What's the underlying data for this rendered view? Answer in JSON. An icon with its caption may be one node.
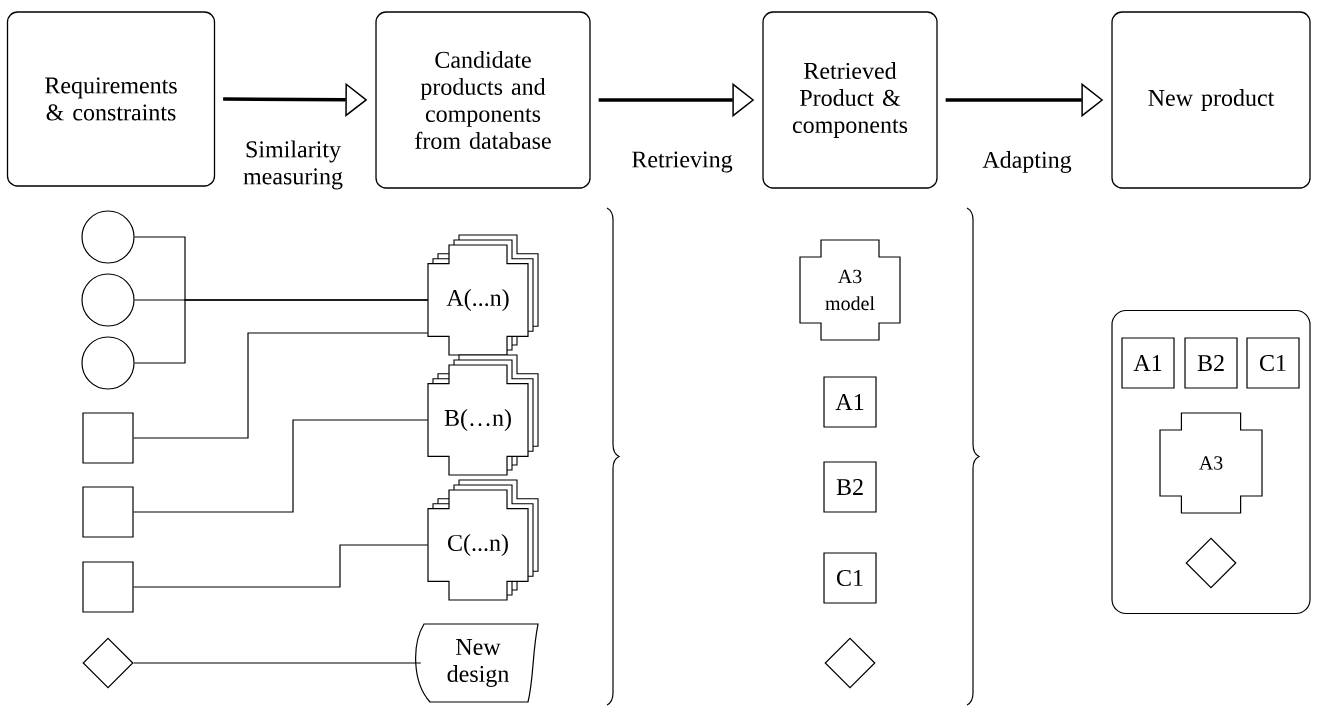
{
  "diagram": {
    "nodes": [
      {
        "text": [
          "Requirements & constraints"
        ]
      },
      {
        "text": [
          "Candidate products and components from database"
        ]
      },
      {
        "text": [
          "Retrieved Product & components"
        ]
      },
      {
        "text": [
          "New product"
        ]
      },
      {
        "text": [],
        "shape": "circle"
      },
      {
        "text": [],
        "shape": "circle"
      },
      {
        "text": [],
        "shape": "circle"
      },
      {
        "text": [],
        "shape": "box"
      },
      {
        "text": [],
        "shape": "box"
      },
      {
        "text": [],
        "shape": "box"
      },
      {
        "text": [],
        "shape": "diamond"
      },
      {
        "text": [
          "A(...n)"
        ]
      },
      {
        "text": [
          "B(…n)"
        ]
      },
      {
        "text": [
          "C(...n)"
        ]
      },
      {
        "text": [
          "New design"
        ]
      },
      {
        "text": [
          "A3 model"
        ]
      },
      {
        "text": [
          "A1"
        ]
      },
      {
        "text": [
          "B2"
        ]
      },
      {
        "text": [
          "C1"
        ]
      },
      {
        "text": [],
        "shape": "diamond"
      },
      {
        "text": [],
        "shape": "box"
      },
      {
        "text": [
          "A1"
        ],
        "in": 20
      },
      {
        "text": [
          "B2"
        ],
        "in": 20
      },
      {
        "text": [
          "C1"
        ],
        "in": 20
      },
      {
        "text": [
          "A3"
        ],
        "in": 20
      },
      {
        "text": [],
        "shape": "diamond",
        "in": 20
      }
    ],
    "edges": [
      {
        "from": 0,
        "to": 1,
        "arrow": "to",
        "label": "Similarity measuring",
        "style": "thick"
      },
      {
        "from": 1,
        "to": 2,
        "arrow": "to",
        "label": "Retrieving",
        "style": "thick"
      },
      {
        "from": 2,
        "to": 3,
        "arrow": "to",
        "label": "Adapting",
        "style": "thick"
      },
      {
        "from": 4,
        "to": 11,
        "arrow": "none"
      },
      {
        "from": 5,
        "to": 11,
        "arrow": "none"
      },
      {
        "from": 6,
        "to": 11,
        "arrow": "none"
      },
      {
        "from": 7,
        "to": 11,
        "arrow": "none"
      },
      {
        "from": 8,
        "to": 12,
        "arrow": "none"
      },
      {
        "from": 9,
        "to": 13,
        "arrow": "none"
      },
      {
        "from": 10,
        "to": 14,
        "arrow": "none"
      }
    ]
  }
}
